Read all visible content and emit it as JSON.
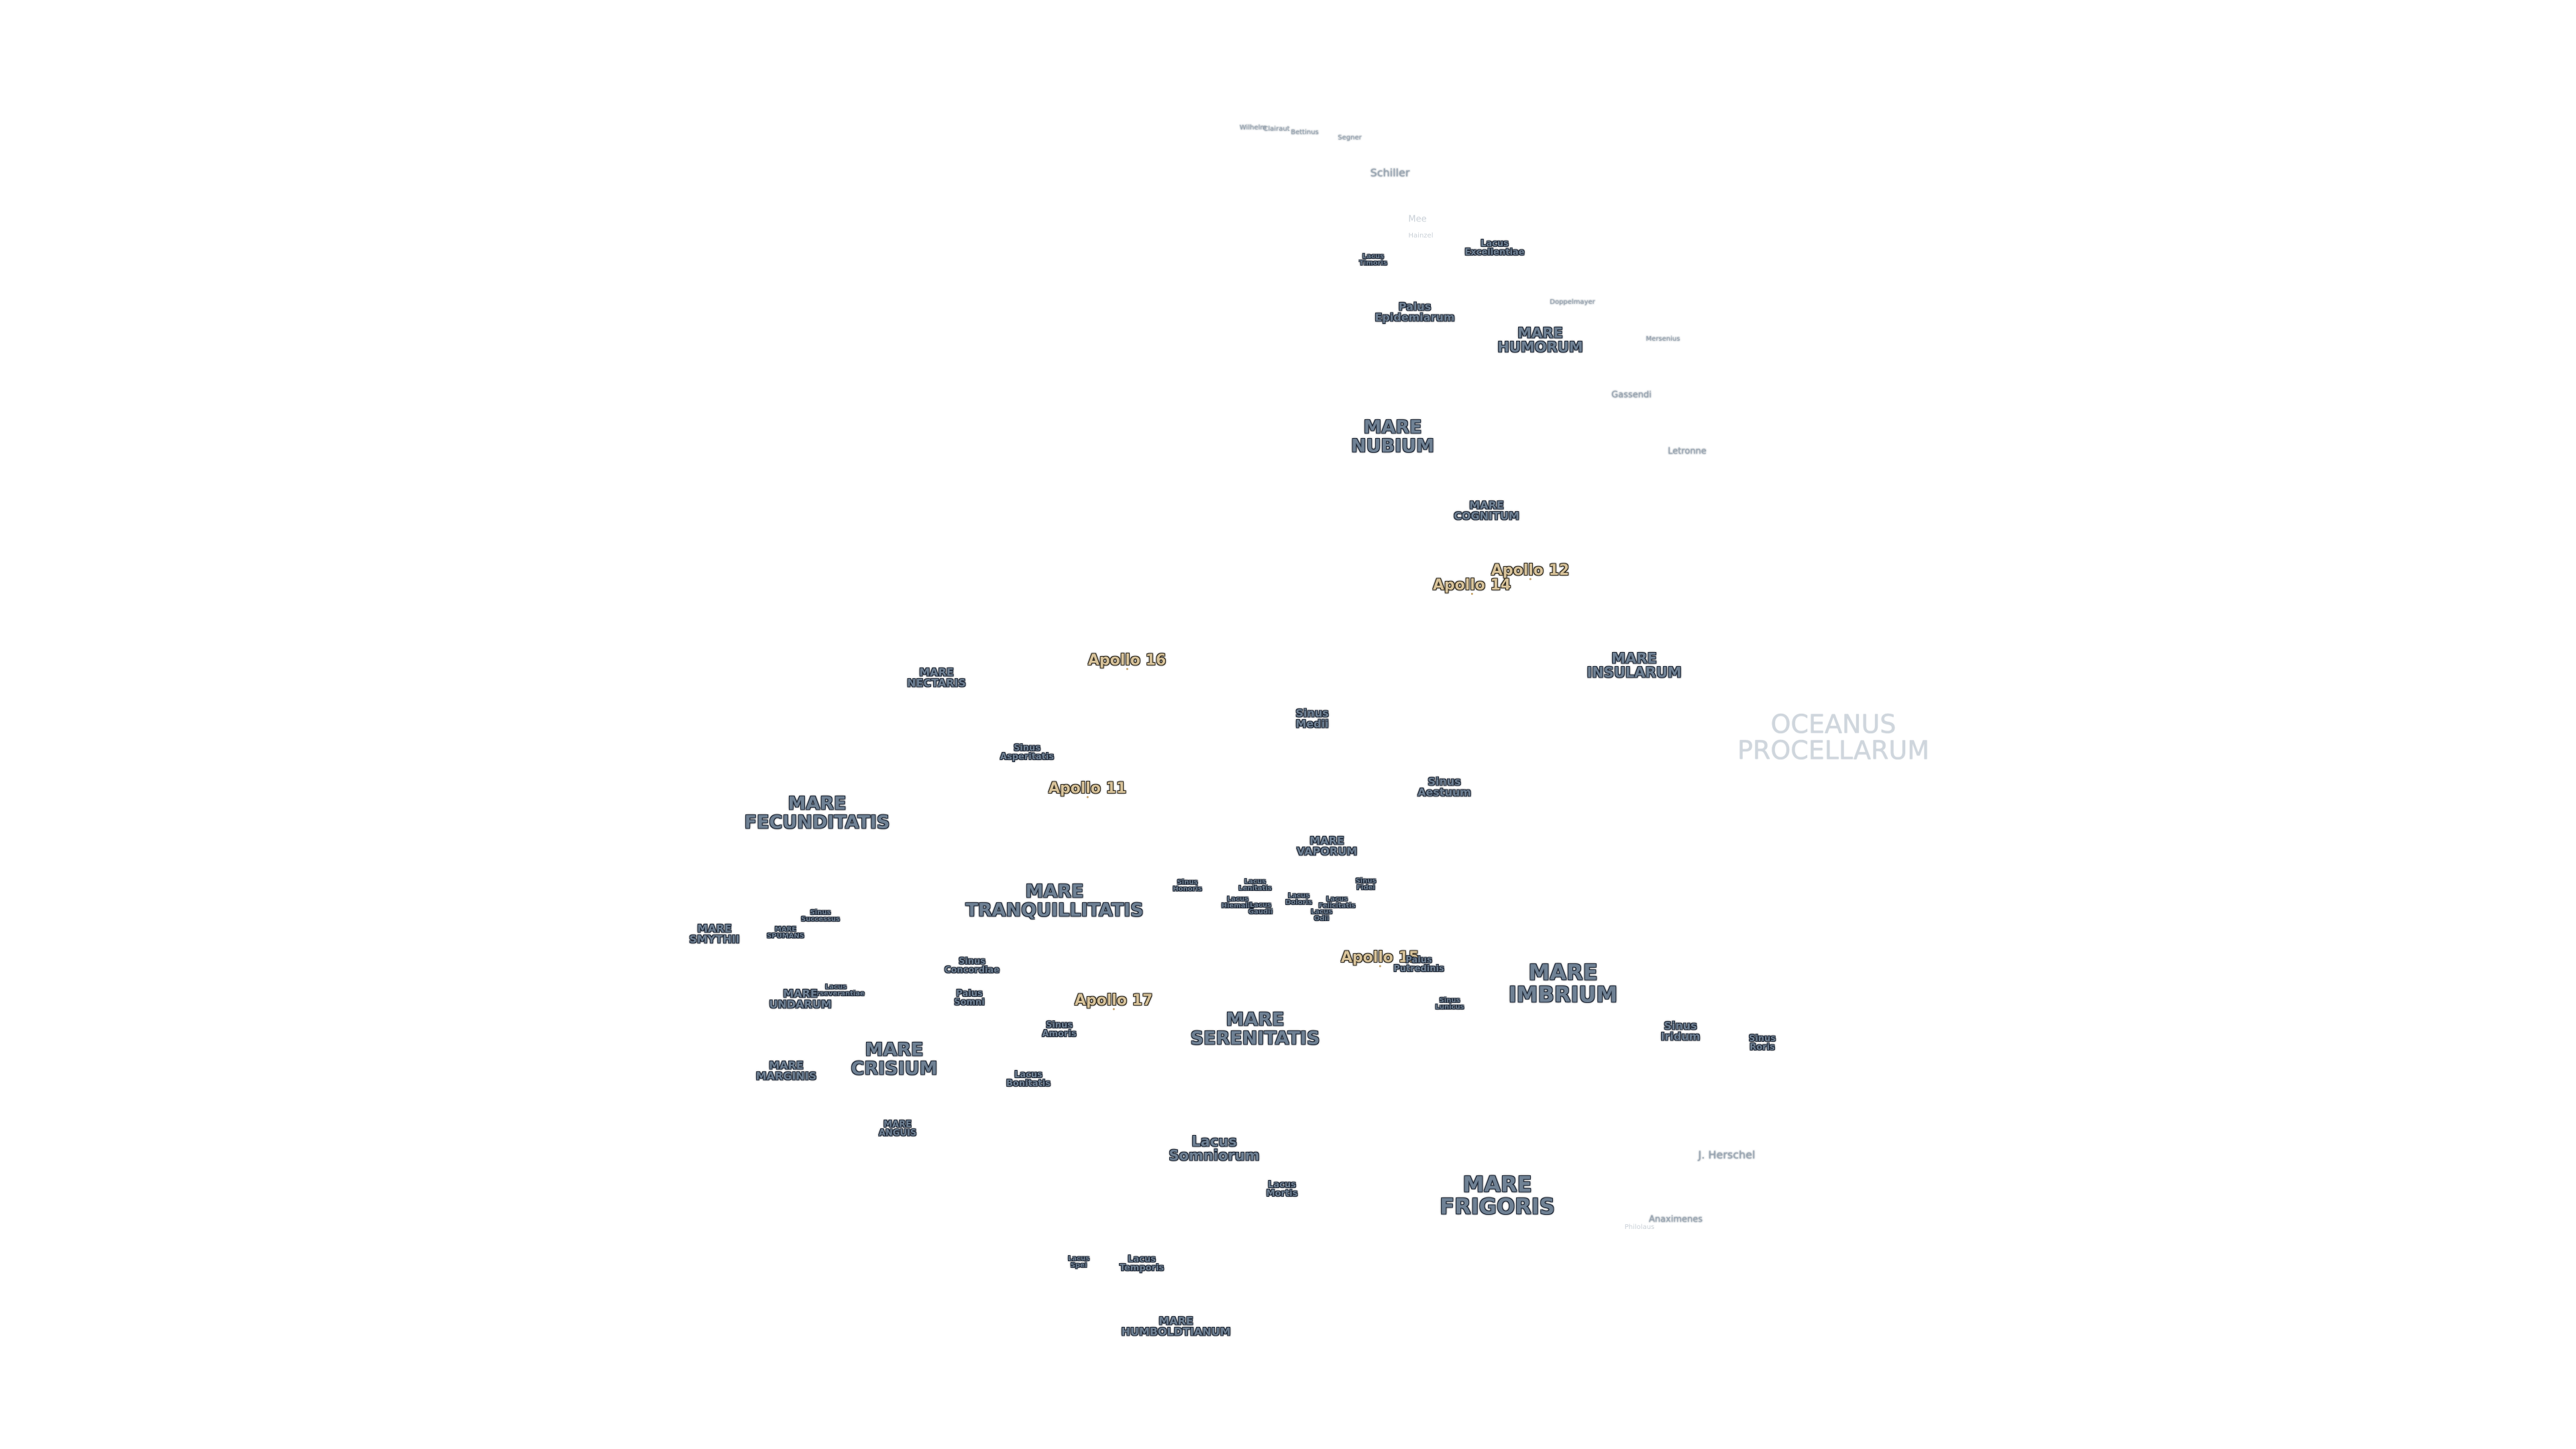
{
  "labels": [
    {
      "id": "wilhelm",
      "lines": [
        "Wilhelm"
      ],
      "kind": "crater"
    },
    {
      "id": "clairaut",
      "lines": [
        "Clairaut"
      ],
      "kind": "crater"
    },
    {
      "id": "bettinus",
      "lines": [
        "Bettinus"
      ],
      "kind": "crater"
    },
    {
      "id": "segner",
      "lines": [
        "Segner"
      ],
      "kind": "crater"
    },
    {
      "id": "schiller",
      "lines": [
        "Schiller"
      ],
      "kind": "crater"
    },
    {
      "id": "mee",
      "lines": [
        "Mee"
      ],
      "kind": "faint"
    },
    {
      "id": "hainzel",
      "lines": [
        "Hainzel"
      ],
      "kind": "faint"
    },
    {
      "id": "lacus-excellentiae",
      "lines": [
        "Lacus",
        "Excellentiae"
      ],
      "kind": "mare"
    },
    {
      "id": "lacus-timoris",
      "lines": [
        "Lacus",
        "Timoris"
      ],
      "kind": "mare"
    },
    {
      "id": "palus-epidemiarum",
      "lines": [
        "Palus",
        "Epidemiarum"
      ],
      "kind": "mare"
    },
    {
      "id": "doppelmayer",
      "lines": [
        "Doppelmayer"
      ],
      "kind": "crater"
    },
    {
      "id": "mare-humorum",
      "lines": [
        "MARE",
        "HUMORUM"
      ],
      "kind": "mare"
    },
    {
      "id": "mersenius",
      "lines": [
        "Mersenius"
      ],
      "kind": "crater"
    },
    {
      "id": "gassendi",
      "lines": [
        "Gassendi"
      ],
      "kind": "crater"
    },
    {
      "id": "mare-nubium",
      "lines": [
        "MARE",
        "NUBIUM"
      ],
      "kind": "mare"
    },
    {
      "id": "letronne",
      "lines": [
        "Letronne"
      ],
      "kind": "crater"
    },
    {
      "id": "mare-cognitum",
      "lines": [
        "MARE",
        "COGNITUM"
      ],
      "kind": "mare"
    },
    {
      "id": "apollo-12",
      "lines": [
        "Apollo 12"
      ],
      "kind": "apollo"
    },
    {
      "id": "apollo-14",
      "lines": [
        "Apollo 14"
      ],
      "kind": "apollo"
    },
    {
      "id": "apollo-16",
      "lines": [
        "Apollo 16"
      ],
      "kind": "apollo"
    },
    {
      "id": "mare-nectaris",
      "lines": [
        "MARE",
        "NECTARIS"
      ],
      "kind": "mare"
    },
    {
      "id": "mare-insularum",
      "lines": [
        "MARE",
        "INSULARUM"
      ],
      "kind": "mare"
    },
    {
      "id": "sinus-medii",
      "lines": [
        "Sinus",
        "Medii"
      ],
      "kind": "mare"
    },
    {
      "id": "oceanus-procellarum",
      "lines": [
        "OCEANUS",
        "PROCELLARUM"
      ],
      "kind": "ocean"
    },
    {
      "id": "sinus-asperitatis",
      "lines": [
        "Sinus",
        "Asperitatis"
      ],
      "kind": "mare"
    },
    {
      "id": "sinus-aestuum",
      "lines": [
        "Sinus",
        "Aestuum"
      ],
      "kind": "mare"
    },
    {
      "id": "apollo-11",
      "lines": [
        "Apollo 11"
      ],
      "kind": "apollo"
    },
    {
      "id": "mare-fecunditatis",
      "lines": [
        "MARE",
        "FECUNDITATIS"
      ],
      "kind": "mare"
    },
    {
      "id": "mare-vaporum",
      "lines": [
        "MARE",
        "VAPORUM"
      ],
      "kind": "mare"
    },
    {
      "id": "sinus-honoris",
      "lines": [
        "Sinus",
        "Honoris"
      ],
      "kind": "mare"
    },
    {
      "id": "lacus-lenitatis",
      "lines": [
        "Lacus",
        "Lenitatis"
      ],
      "kind": "mare"
    },
    {
      "id": "lacus-hiemalis",
      "lines": [
        "Lacus",
        "Hiemalis"
      ],
      "kind": "mare"
    },
    {
      "id": "lacus-gaudii",
      "lines": [
        "Lacus",
        "Gaudii"
      ],
      "kind": "mare"
    },
    {
      "id": "lacus-doloris",
      "lines": [
        "Lacus",
        "Doloris"
      ],
      "kind": "mare"
    },
    {
      "id": "lacus-felicitatis",
      "lines": [
        "Lacus",
        "Felicitatis"
      ],
      "kind": "mare"
    },
    {
      "id": "lacus-odii",
      "lines": [
        "Lacus",
        "Odii"
      ],
      "kind": "mare"
    },
    {
      "id": "sinus-fidei",
      "lines": [
        "Sinus",
        "Fidei"
      ],
      "kind": "mare"
    },
    {
      "id": "mare-tranquillitatis",
      "lines": [
        "MARE",
        "TRANQUILLITATIS"
      ],
      "kind": "mare"
    },
    {
      "id": "sinus-successus",
      "lines": [
        "Sinus",
        "Successus"
      ],
      "kind": "mare"
    },
    {
      "id": "mare-smythii",
      "lines": [
        "MARE",
        "SMYTHII"
      ],
      "kind": "mare"
    },
    {
      "id": "mare-spumans",
      "lines": [
        "MARE",
        "SPUMANS"
      ],
      "kind": "mare"
    },
    {
      "id": "apollo-15",
      "lines": [
        "Apollo 15"
      ],
      "kind": "apollo"
    },
    {
      "id": "palus-putredinis",
      "lines": [
        "Palus",
        "Putredinis"
      ],
      "kind": "mare"
    },
    {
      "id": "sinus-concordiae",
      "lines": [
        "Sinus",
        "Concordiae"
      ],
      "kind": "mare"
    },
    {
      "id": "mare-imbrium",
      "lines": [
        "MARE",
        "IMBRIUM"
      ],
      "kind": "mare"
    },
    {
      "id": "lacus-perseverantiae",
      "lines": [
        "Lacus",
        "Perseverantiae"
      ],
      "kind": "mare"
    },
    {
      "id": "mare-undarum",
      "lines": [
        "MARE",
        "UNDARUM"
      ],
      "kind": "mare"
    },
    {
      "id": "palus-somni",
      "lines": [
        "Palus",
        "Somni"
      ],
      "kind": "mare"
    },
    {
      "id": "apollo-17",
      "lines": [
        "Apollo 17"
      ],
      "kind": "apollo"
    },
    {
      "id": "sinus-lunicus",
      "lines": [
        "Sinus",
        "Lunicus"
      ],
      "kind": "mare"
    },
    {
      "id": "mare-serenitatis",
      "lines": [
        "MARE",
        "SERENITATIS"
      ],
      "kind": "mare"
    },
    {
      "id": "sinus-amoris",
      "lines": [
        "Sinus",
        "Amoris"
      ],
      "kind": "mare"
    },
    {
      "id": "sinus-iridum",
      "lines": [
        "Sinus",
        "Iridum"
      ],
      "kind": "mare"
    },
    {
      "id": "sinus-roris",
      "lines": [
        "Sinus",
        "Roris"
      ],
      "kind": "mare"
    },
    {
      "id": "mare-crisium",
      "lines": [
        "MARE",
        "CRISIUM"
      ],
      "kind": "mare"
    },
    {
      "id": "mare-marginis",
      "lines": [
        "MARE",
        "MARGINIS"
      ],
      "kind": "mare"
    },
    {
      "id": "lacus-bonitatis",
      "lines": [
        "Lacus",
        "Bonitatis"
      ],
      "kind": "mare"
    },
    {
      "id": "mare-anguis",
      "lines": [
        "MARE",
        "ANGUIS"
      ],
      "kind": "mare"
    },
    {
      "id": "lacus-somniorum",
      "lines": [
        "Lacus",
        "Somniorum"
      ],
      "kind": "mare"
    },
    {
      "id": "j-herschel",
      "lines": [
        "J. Herschel"
      ],
      "kind": "crater"
    },
    {
      "id": "mare-frigoris",
      "lines": [
        "MARE",
        "FRIGORIS"
      ],
      "kind": "mare"
    },
    {
      "id": "lacus-mortis",
      "lines": [
        "Lacus",
        "Mortis"
      ],
      "kind": "mare"
    },
    {
      "id": "anaximenes",
      "lines": [
        "Anaximenes"
      ],
      "kind": "crater"
    },
    {
      "id": "philolaus",
      "lines": [
        "Philolaus"
      ],
      "kind": "faint"
    },
    {
      "id": "lacus-spei",
      "lines": [
        "Lacus",
        "Spei"
      ],
      "kind": "mare"
    },
    {
      "id": "lacus-temporis",
      "lines": [
        "Lacus",
        "Temporis"
      ],
      "kind": "mare"
    },
    {
      "id": "mare-humboldtianum",
      "lines": [
        "MARE",
        "HUMBOLDTIANUM"
      ],
      "kind": "mare"
    }
  ]
}
